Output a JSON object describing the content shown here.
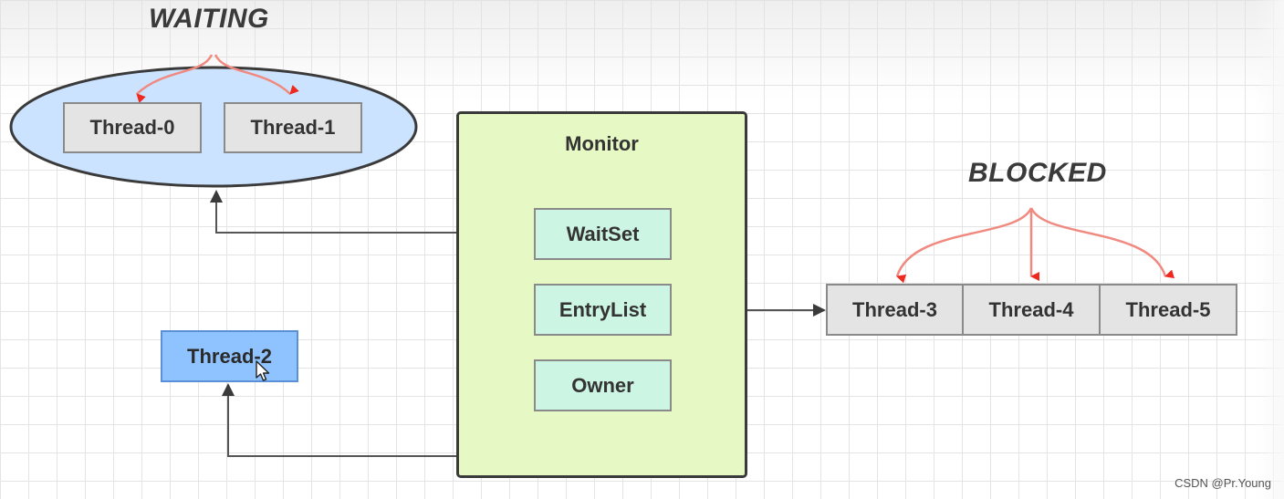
{
  "states": {
    "waiting": "WAITING",
    "blocked": "BLOCKED"
  },
  "monitor": {
    "title": "Monitor",
    "items": {
      "wait_set": "WaitSet",
      "entry_list": "EntryList",
      "owner": "Owner"
    }
  },
  "threads": {
    "t0": "Thread-0",
    "t1": "Thread-1",
    "t2": "Thread-2",
    "t3": "Thread-3",
    "t4": "Thread-4",
    "t5": "Thread-5"
  },
  "watermark": "CSDN @Pr.Young",
  "colors": {
    "grid": "#e4e4e4",
    "waiting_set": "#cce3ff",
    "monitor": "#e6f9c4",
    "monitor_item": "#cdf5e4",
    "thread": "#e4e4e4",
    "active_thread": "#8fc3ff",
    "red_arrow": "#e8392f",
    "connector": "#555555"
  }
}
